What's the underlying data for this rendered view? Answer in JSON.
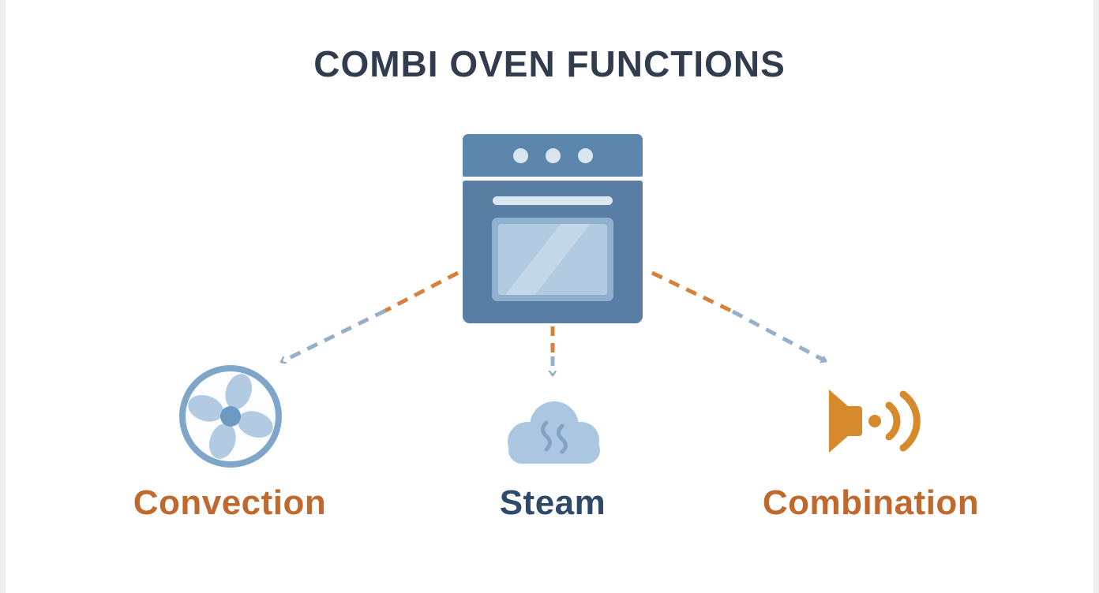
{
  "title": "COMBI OVEN FUNCTIONS",
  "oven": {
    "name": "combi-oven",
    "knob_count": 3
  },
  "functions": [
    {
      "id": "convection",
      "label": "Convection",
      "icon": "fan-icon",
      "label_color": "#c0692f"
    },
    {
      "id": "steam",
      "label": "Steam",
      "icon": "steam-cloud-icon",
      "label_color": "#2e4a68"
    },
    {
      "id": "combination",
      "label": "Combination",
      "icon": "speaker-sound-icon",
      "label_color": "#c0692f"
    }
  ],
  "colors": {
    "title_text": "#313d4f",
    "arrow_orange": "#d8803a",
    "arrow_blue_gray": "#97afc7",
    "oven_top_panel": "#5d86ac",
    "oven_body": "#587ea3",
    "oven_glass": "#b2cbe0",
    "fan_ring_blue": "#7fa6c9",
    "cloud_light_blue": "#aac6e1",
    "speaker_orange": "#d68a2c"
  }
}
